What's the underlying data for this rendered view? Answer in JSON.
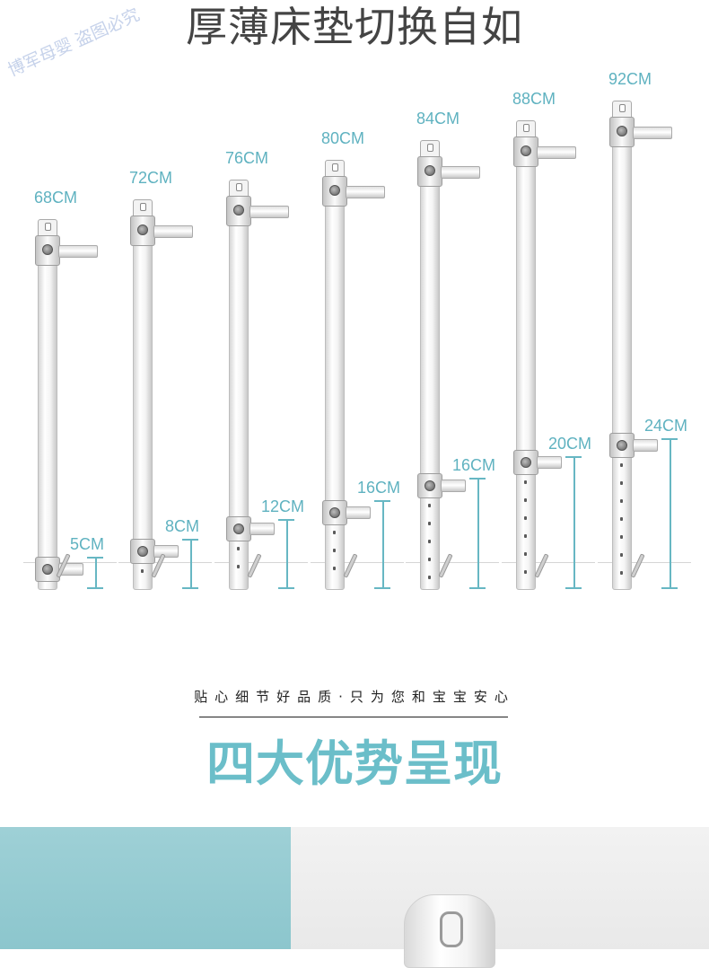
{
  "title": "厚薄床垫切换自如",
  "watermark": "博军母婴 盗图必究",
  "heights": [
    {
      "total": "68CM",
      "step": "5CM"
    },
    {
      "total": "72CM",
      "step": "8CM"
    },
    {
      "total": "76CM",
      "step": "12CM"
    },
    {
      "total": "80CM",
      "step": "16CM"
    },
    {
      "total": "84CM",
      "step": "16CM"
    },
    {
      "total": "88CM",
      "step": "20CM"
    },
    {
      "total": "92CM",
      "step": "24CM"
    }
  ],
  "subtitle": "贴心细节好品质·只为您和宝宝安心",
  "headline": "四大优势呈现",
  "colors": {
    "accent": "#6bbec9",
    "panel_left": "#98cdd3",
    "panel_right": "#efefef"
  }
}
